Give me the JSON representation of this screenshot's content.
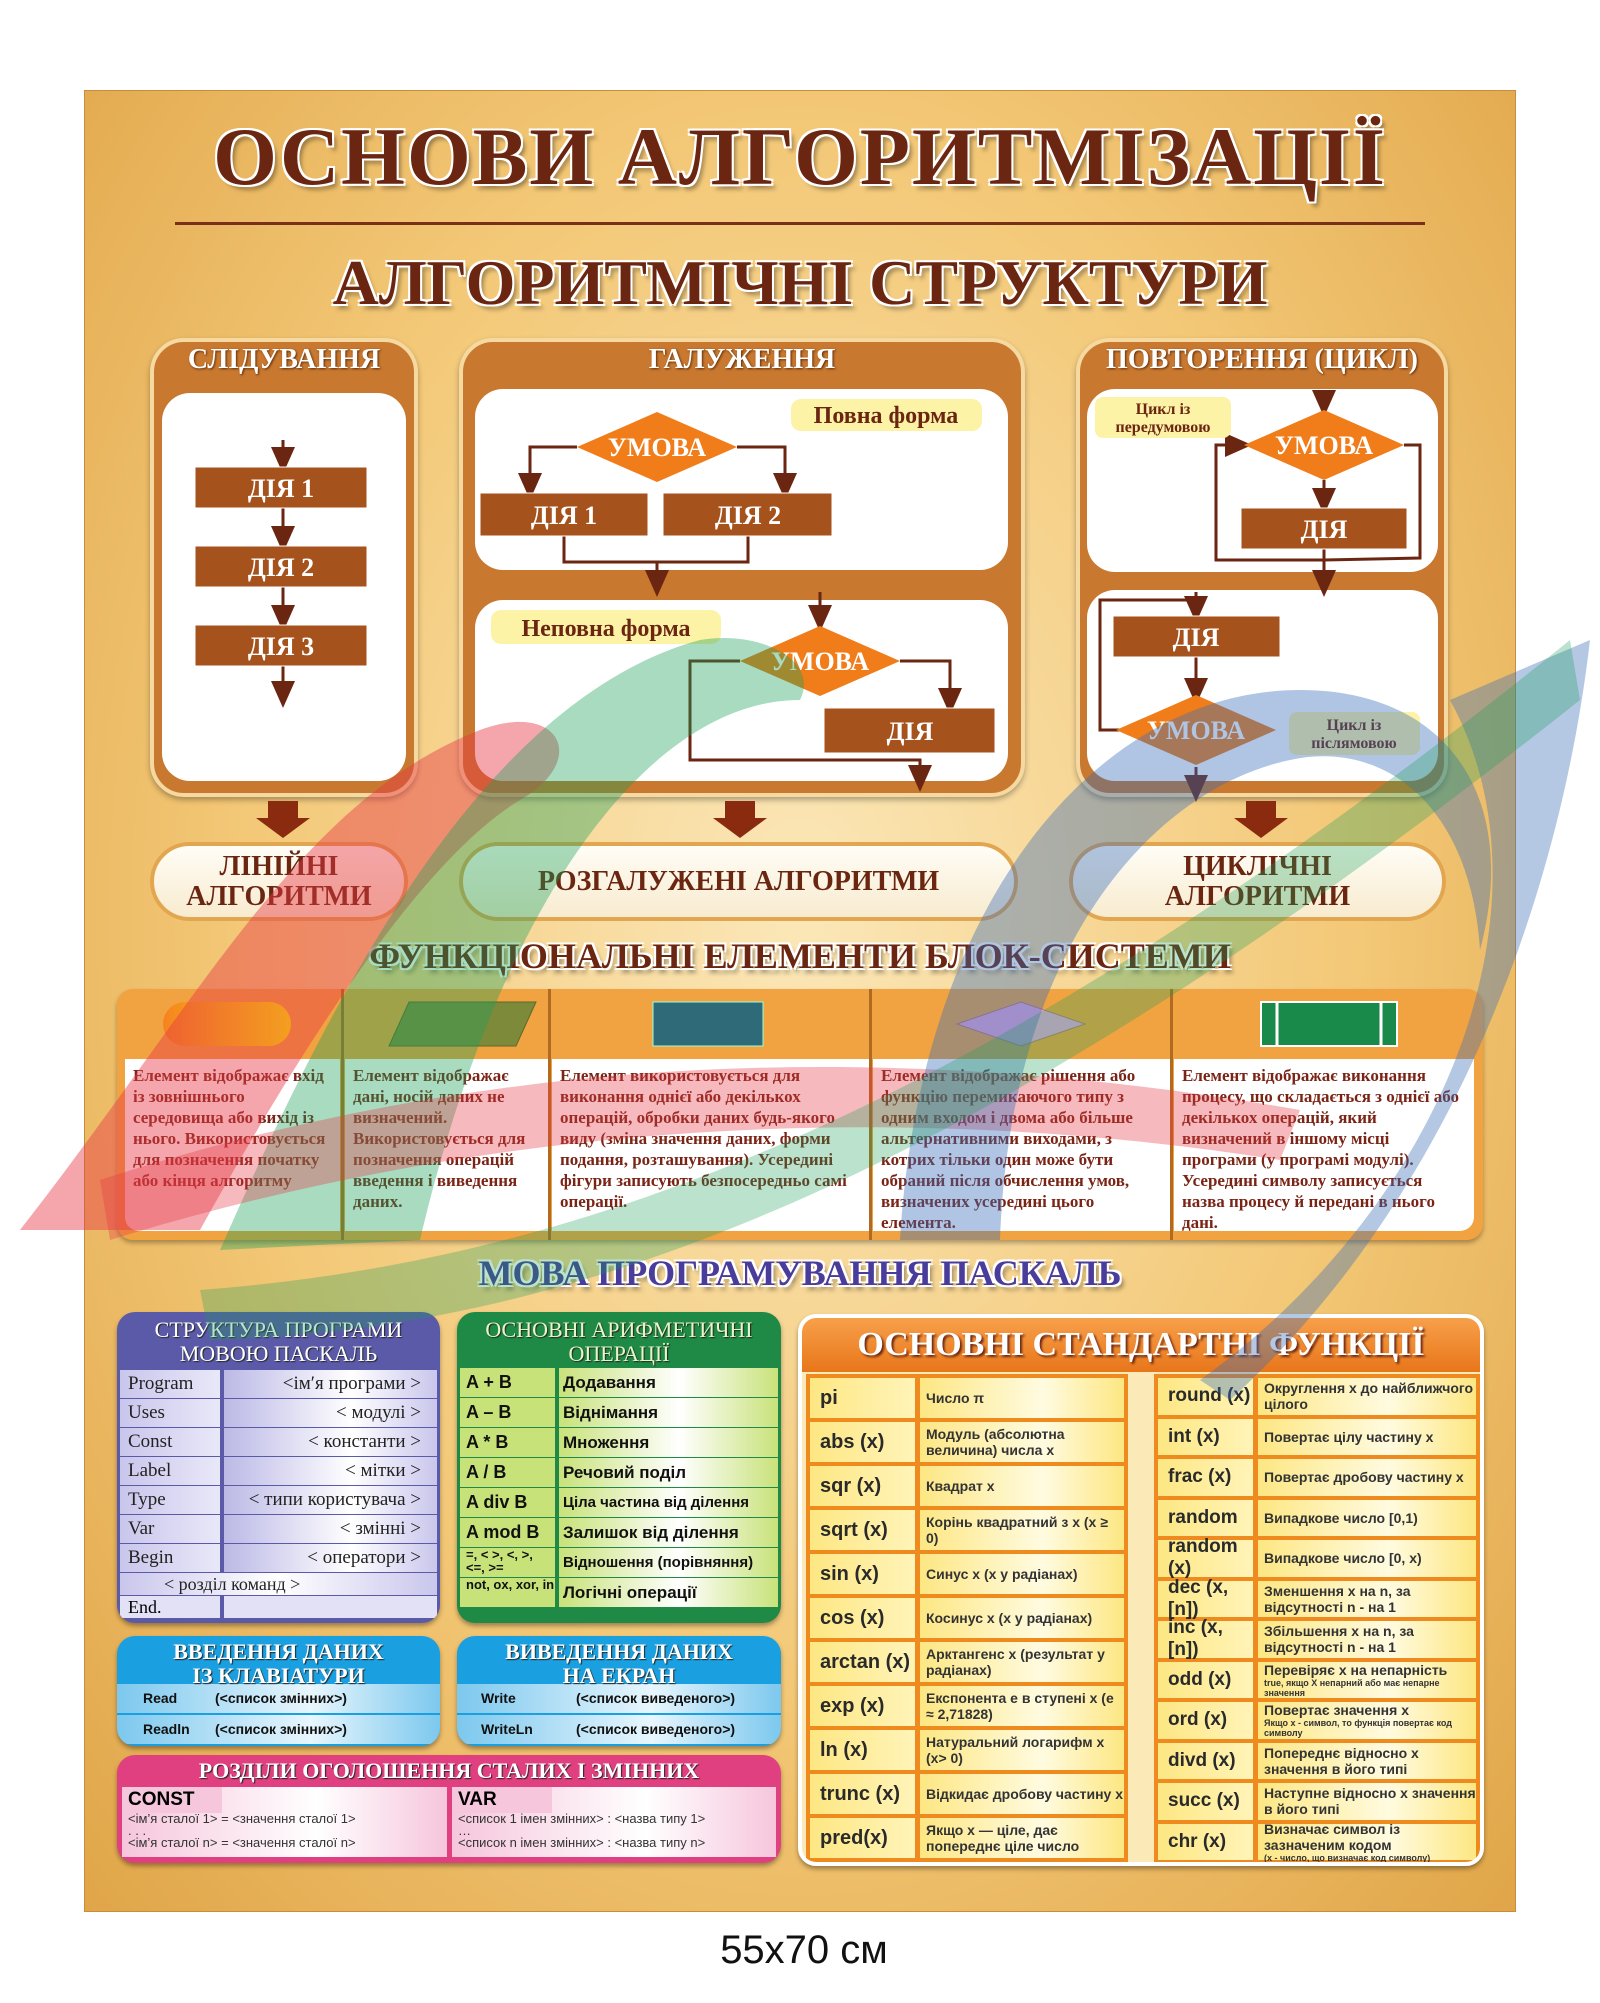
{
  "title": "ОСНОВИ АЛГОРИТМІЗАЦІЇ",
  "subtitle": "АЛГОРИТМІЧНІ СТРУКТУРИ",
  "structures": {
    "sequence": {
      "title": "СЛІДУВАННЯ",
      "steps": [
        "ДІЯ 1",
        "ДІЯ 2",
        "ДІЯ 3"
      ],
      "result": [
        "ЛІНІЙНІ",
        "АЛГОРИТМИ"
      ]
    },
    "branch": {
      "title": "ГАЛУЖЕННЯ",
      "full_label": "Повна форма",
      "condition": "УМОВА",
      "action1": "ДІЯ 1",
      "action2": "ДІЯ 2",
      "partial_label": "Неповна форма",
      "partial_condition": "УМОВА",
      "partial_action": "ДІЯ",
      "result": "РОЗГАЛУЖЕНІ АЛГОРИТМИ"
    },
    "loop": {
      "title": "ПОВТОРЕННЯ (ЦИКЛ)",
      "pre_label": [
        "Цикл із",
        "передумовою"
      ],
      "pre_condition": "УМОВА",
      "pre_action": "ДІЯ",
      "post_action": "ДІЯ",
      "post_condition": "УМОВА",
      "post_label": [
        "Цикл із",
        "післямовою"
      ],
      "result": [
        "ЦИКЛІЧНІ",
        "АЛГОРИТМИ"
      ]
    }
  },
  "functional_elements": {
    "title": "ФУНКЦІОНАЛЬНІ ЕЛЕМЕНТИ БЛОК-СИСТЕМИ",
    "items": [
      {
        "shape": "terminator",
        "text": "Елемент відображає вхід із зовнішнього середовища або вихід із нього. Використовується для позначення початку або кінця алгоритму"
      },
      {
        "shape": "data",
        "text": "Елемент відображає дані, носій даних не визначений. Використовується для позначення операцій введення і виведення даних."
      },
      {
        "shape": "process",
        "text": "Елемент використовується для виконання однієї або декількох операцій, обробки даних будь-якого виду (зміна значення даних, форми подання, розташування). Усередині фігури записують безпосередньо самі операції."
      },
      {
        "shape": "decision",
        "text": "Елемент відображає рішення або функцію перемикаючого типу з одним входом і двома або більше альтернативними вихо­дами, з котрих тільки один може бути обраний після обчис­лення умов, визначених усередині цього елемента."
      },
      {
        "shape": "predefined-process",
        "text": "Елемент відображає виконання процесу, що складається з однієї або декількох операцій, який визначений в іншому місці програми (у програмі модулі). Усередині символу записується назва процесу й передані в нього дані."
      }
    ]
  },
  "pascal": {
    "title": "МОВА ПРОГРАМУВАННЯ ПАСКАЛЬ",
    "structure": {
      "title": [
        "СТРУКТУРА ПРОГРАМИ",
        "МОВОЮ ПАСКАЛЬ"
      ],
      "rows": [
        [
          "Program",
          "<ім′я програми >"
        ],
        [
          "Uses",
          "< модулі >"
        ],
        [
          "Const",
          "< константи >"
        ],
        [
          "Label",
          "< мітки >"
        ],
        [
          "Type",
          "< типи користувача >"
        ],
        [
          "Var",
          "< змінні >"
        ],
        [
          "Begin",
          "< оператори >"
        ]
      ],
      "commands": "< розділ команд >",
      "end": "End."
    },
    "arithmetic": {
      "title": [
        "ОСНОВНІ АРИФМЕТИЧНІ",
        "ОПЕРАЦІЇ"
      ],
      "rows": [
        [
          "A + B",
          "Додавання"
        ],
        [
          "A – B",
          "Віднімання"
        ],
        [
          "A * B",
          "Множення"
        ],
        [
          "A / B",
          "Речовий поділ"
        ],
        [
          "A div B",
          "Ціла частина від ділення"
        ],
        [
          "A mod B",
          "Залишок від ділення"
        ],
        [
          "=, < >, <, >, <=, >=",
          "Відношення (порівняння)"
        ],
        [
          "not, ox, xor, in",
          "Логічні операції"
        ]
      ]
    },
    "input": {
      "title": [
        "ВВЕДЕННЯ ДАНИХ",
        "ІЗ КЛАВІАТУРИ"
      ],
      "rows": [
        [
          "Read",
          "(<список змінних>)"
        ],
        [
          "Readln",
          "(<список змінних>)"
        ]
      ]
    },
    "output": {
      "title": [
        "ВИВЕДЕННЯ ДАНИХ",
        "НА ЕКРАН"
      ],
      "rows": [
        [
          "Write",
          "(<список виведеного>)"
        ],
        [
          "WriteLn",
          "(<список виведеного>)"
        ]
      ]
    },
    "declarations": {
      "title": "РОЗДІЛИ ОГОЛОШЕННЯ СТАЛИХ І ЗМІННИХ",
      "const": {
        "label": "CONST",
        "lines": [
          "<ім’я сталої 1> = <значення сталої 1>",
          ". . .",
          "<ім’я сталої n> = <значення сталої n>"
        ]
      },
      "var": {
        "label": "VAR",
        "lines": [
          "<список 1 імен змінних> : <назва типу 1>",
          "…",
          "<список n імен змінних> : <назва типу n>"
        ]
      }
    },
    "functions": {
      "title": "ОСНОВНІ СТАНДАРТНІ ФУНКЦІЇ",
      "left": [
        [
          "pi",
          "Число π",
          ""
        ],
        [
          "abs (x)",
          "Модуль (абсолютна величина) числа x",
          ""
        ],
        [
          "sqr (x)",
          "Квадрат x",
          ""
        ],
        [
          "sqrt (x)",
          "Корінь квадратний з x (x ≥ 0)",
          ""
        ],
        [
          "sin (x)",
          "Синус x (x у радіанах)",
          ""
        ],
        [
          "cos (x)",
          "Косинус x (x у радіанах)",
          ""
        ],
        [
          "arctan (x)",
          "Арктангенс x (результат у радіанах)",
          ""
        ],
        [
          "exp (x)",
          "Експонента е в ступені x (e ≈ 2,71828)",
          ""
        ],
        [
          "ln (x)",
          "Натуральний логарифм x (x> 0)",
          ""
        ],
        [
          "trunc (x)",
          "Відкидає дробову частину x",
          ""
        ],
        [
          "pred(x)",
          "Якщо x — ціле, дає попереднє ціле число",
          ""
        ]
      ],
      "right": [
        [
          "round (x)",
          "Округлення x до найближчого цілого",
          ""
        ],
        [
          "int (x)",
          "Повертає цілу частину x",
          ""
        ],
        [
          "frac (x)",
          "Повертає дробову частину x",
          ""
        ],
        [
          "random",
          "Випадкове число [0,1)",
          ""
        ],
        [
          "random (x)",
          "Випадкове число [0, x)",
          ""
        ],
        [
          "dec (x, [n])",
          "Зменшення x на n, за відсутності n - на 1",
          ""
        ],
        [
          "inc (x, [n])",
          "Збільшення x на n, за відсутності n - на 1",
          ""
        ],
        [
          "odd (x)",
          "Перевіряє x на непарність",
          "true, якщо X непарний або має непарне значення"
        ],
        [
          "ord (x)",
          "Повертає значення x",
          "Якщо x - символ, то функція повертає код символу"
        ],
        [
          "divd (x)",
          "Попереднє відносно x значення в його типі",
          ""
        ],
        [
          "succ (x)",
          "Наступне відносно x значення в його типі",
          ""
        ],
        [
          "chr (x)",
          "Визначає символ із зазначеним кодом",
          "(x - число, що визначає код символу)"
        ]
      ]
    }
  },
  "caption": "55x70 см",
  "colors": {
    "brown": "#6b2612",
    "action": "#a5521d",
    "diamond": "#f07d1a",
    "structure": "#5b5aa8",
    "arith": "#1f9a4a",
    "io": "#1aa0e0",
    "decl": "#e0407f",
    "functions": "#ef8a1f"
  }
}
